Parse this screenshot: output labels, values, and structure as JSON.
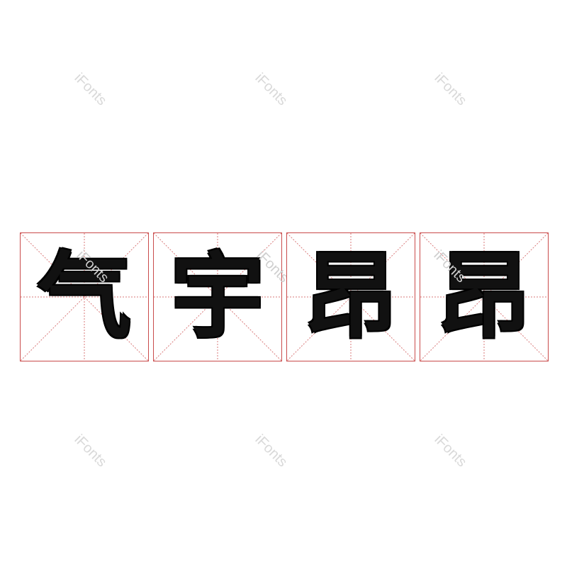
{
  "watermark": {
    "text": "iFonts"
  },
  "phrase": {
    "characters": [
      "气",
      "宇",
      "昂",
      "昂"
    ]
  },
  "colors": {
    "grid_border": "#c94b4b",
    "grid_guides": "#d97a7a",
    "glyph": "#111111",
    "watermark": "#d9d9d9"
  }
}
